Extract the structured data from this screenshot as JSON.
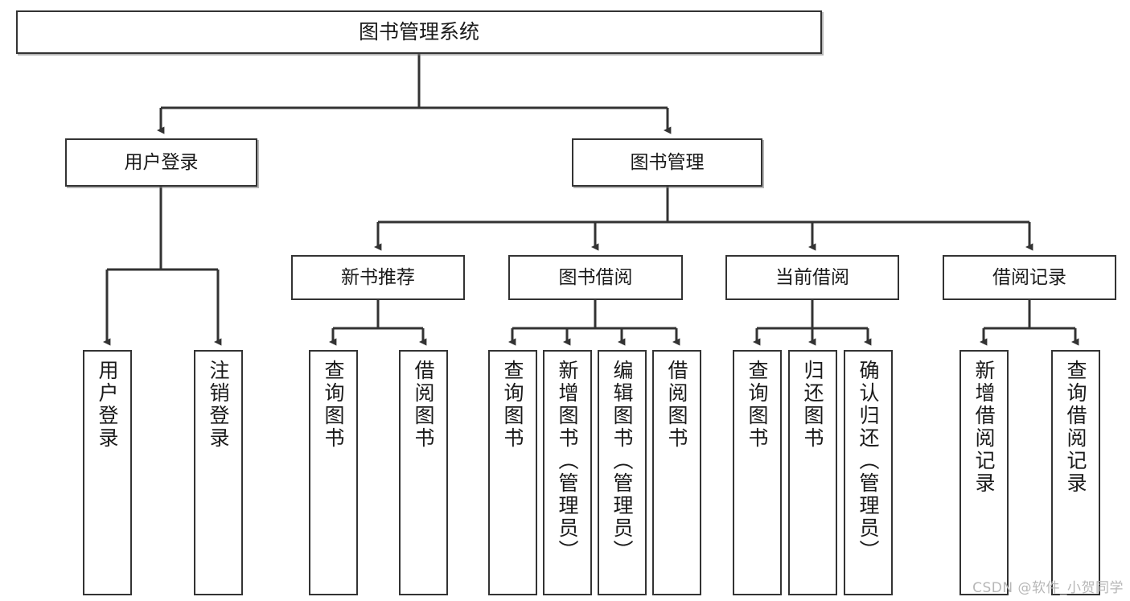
{
  "diagram": {
    "title": "图书管理系统",
    "watermark": "CSDN @软件_小贺同学",
    "colors": {
      "box_border": "#333333",
      "edge": "#333333",
      "background": "#ffffff",
      "text": "#1a1a1a",
      "watermark": "#b7b7b7"
    },
    "root": {
      "label": "图书管理系统"
    },
    "level2": [
      {
        "label": "用户登录"
      },
      {
        "label": "图书管理"
      }
    ],
    "level3": [
      {
        "label": "新书推荐"
      },
      {
        "label": "图书借阅"
      },
      {
        "label": "当前借阅"
      },
      {
        "label": "借阅记录"
      }
    ],
    "leaves": {
      "user_login": [
        {
          "label": "用户登录"
        },
        {
          "label": "注销登录"
        }
      ],
      "new_book": [
        {
          "label": "查询图书"
        },
        {
          "label": "借阅图书"
        }
      ],
      "book_borrow": [
        {
          "label": "查询图书"
        },
        {
          "label": "新增图书（管理员）"
        },
        {
          "label": "编辑图书（管理员）"
        },
        {
          "label": "借阅图书"
        }
      ],
      "current_borrow": [
        {
          "label": "查询图书"
        },
        {
          "label": "归还图书"
        },
        {
          "label": "确认归还（管理员）"
        }
      ],
      "borrow_record": [
        {
          "label": "新增借阅记录"
        },
        {
          "label": "查询借阅记录"
        }
      ]
    }
  }
}
